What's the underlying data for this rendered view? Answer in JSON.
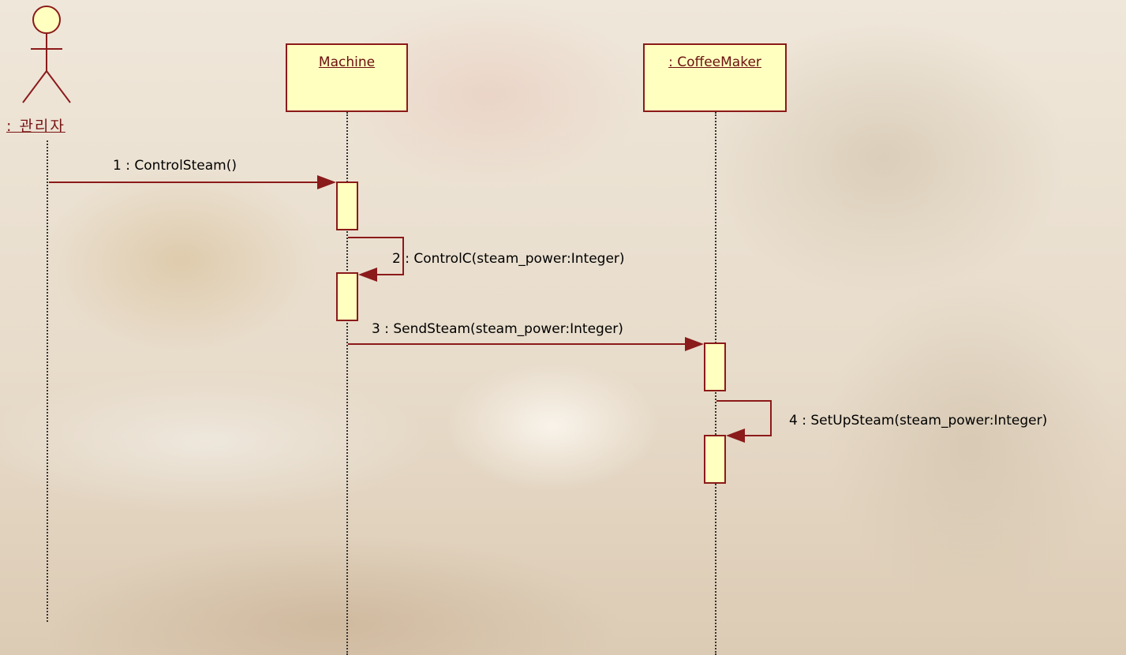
{
  "actor": {
    "label": ": 관리자"
  },
  "objects": [
    {
      "label": "Machine"
    },
    {
      "label": ": CoffeeMaker"
    }
  ],
  "messages": [
    {
      "label": "1 : ControlSteam()"
    },
    {
      "label": "2 : ControlC(steam_power:Integer)"
    },
    {
      "label": "3 : SendSteam(steam_power:Integer)"
    },
    {
      "label": "4 : SetUpSteam(steam_power:Integer)"
    }
  ],
  "colors": {
    "box_fill": "#ffffc0",
    "box_stroke": "#8b1a1a",
    "message_line": "#8b1a1a",
    "lifeline": "#333333"
  }
}
